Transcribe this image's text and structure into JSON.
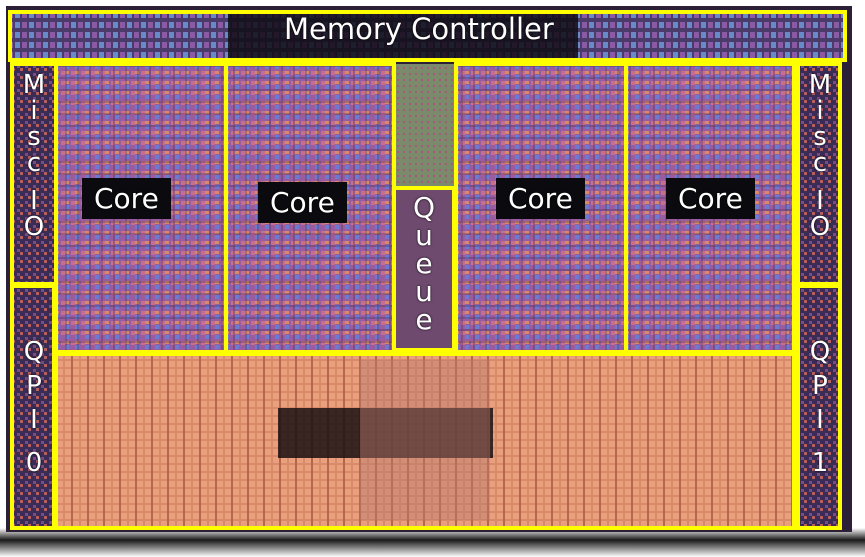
{
  "die": {
    "region_color": "#ffff00",
    "labels": {
      "memory_controller": "Memory Controller",
      "core_1": "Core",
      "core_2": "Core",
      "core_3": "Core",
      "core_4": "Core",
      "queue": [
        "Q",
        "u",
        "e",
        "u",
        "e"
      ],
      "misc_io_left": {
        "line1": [
          "M",
          "i",
          "s",
          "c"
        ],
        "line2": [
          "I",
          "O"
        ]
      },
      "misc_io_right": {
        "line1": [
          "M",
          "i",
          "s",
          "c"
        ],
        "line2": [
          "I",
          "O"
        ]
      },
      "qpi_left": {
        "line1": [
          "Q",
          "P",
          "I"
        ],
        "line2": [
          "0"
        ]
      },
      "qpi_right": {
        "line1": [
          "Q",
          "P",
          "I"
        ],
        "line2": [
          "1"
        ]
      }
    }
  }
}
